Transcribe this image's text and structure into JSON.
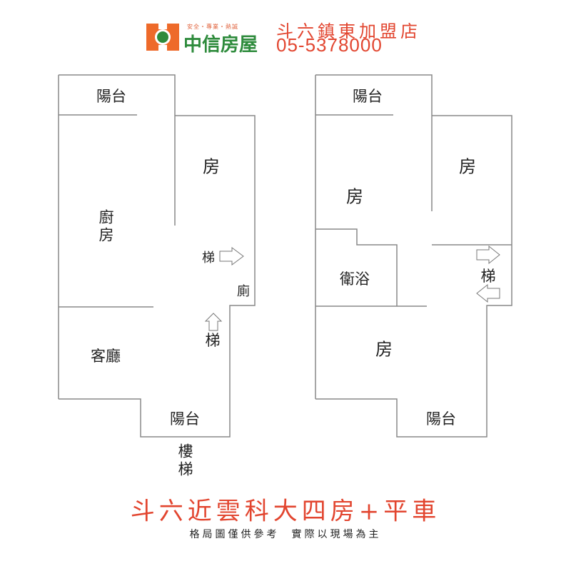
{
  "header": {
    "logo_icon": "globe-logo-icon",
    "slogan": "安全・專業・熱誠",
    "brand": "中信房屋",
    "store": "斗六鎮東加盟店",
    "phone": "05-5378000",
    "brand_color": "#2e8b3c",
    "accent_color": "#e2452f",
    "logo_color": "#ee6a2a"
  },
  "left_plan": {
    "balcony_top": "陽台",
    "room": "房",
    "kitchen": "廚房",
    "stairs_right": "梯",
    "toilet": "廁",
    "living_room": "客廳",
    "stairs_up": "梯",
    "balcony_bottom": "陽台",
    "outside_stairs": "樓梯"
  },
  "right_plan": {
    "balcony_top": "陽台",
    "room_left": "房",
    "room_right": "房",
    "bathroom": "衛浴",
    "stairs": "梯",
    "room_bottom": "房",
    "balcony_bottom": "陽台"
  },
  "footer": {
    "title": "斗六近雲科大四房+平車",
    "note": "格局圖僅供參考  實際以現場為主"
  }
}
